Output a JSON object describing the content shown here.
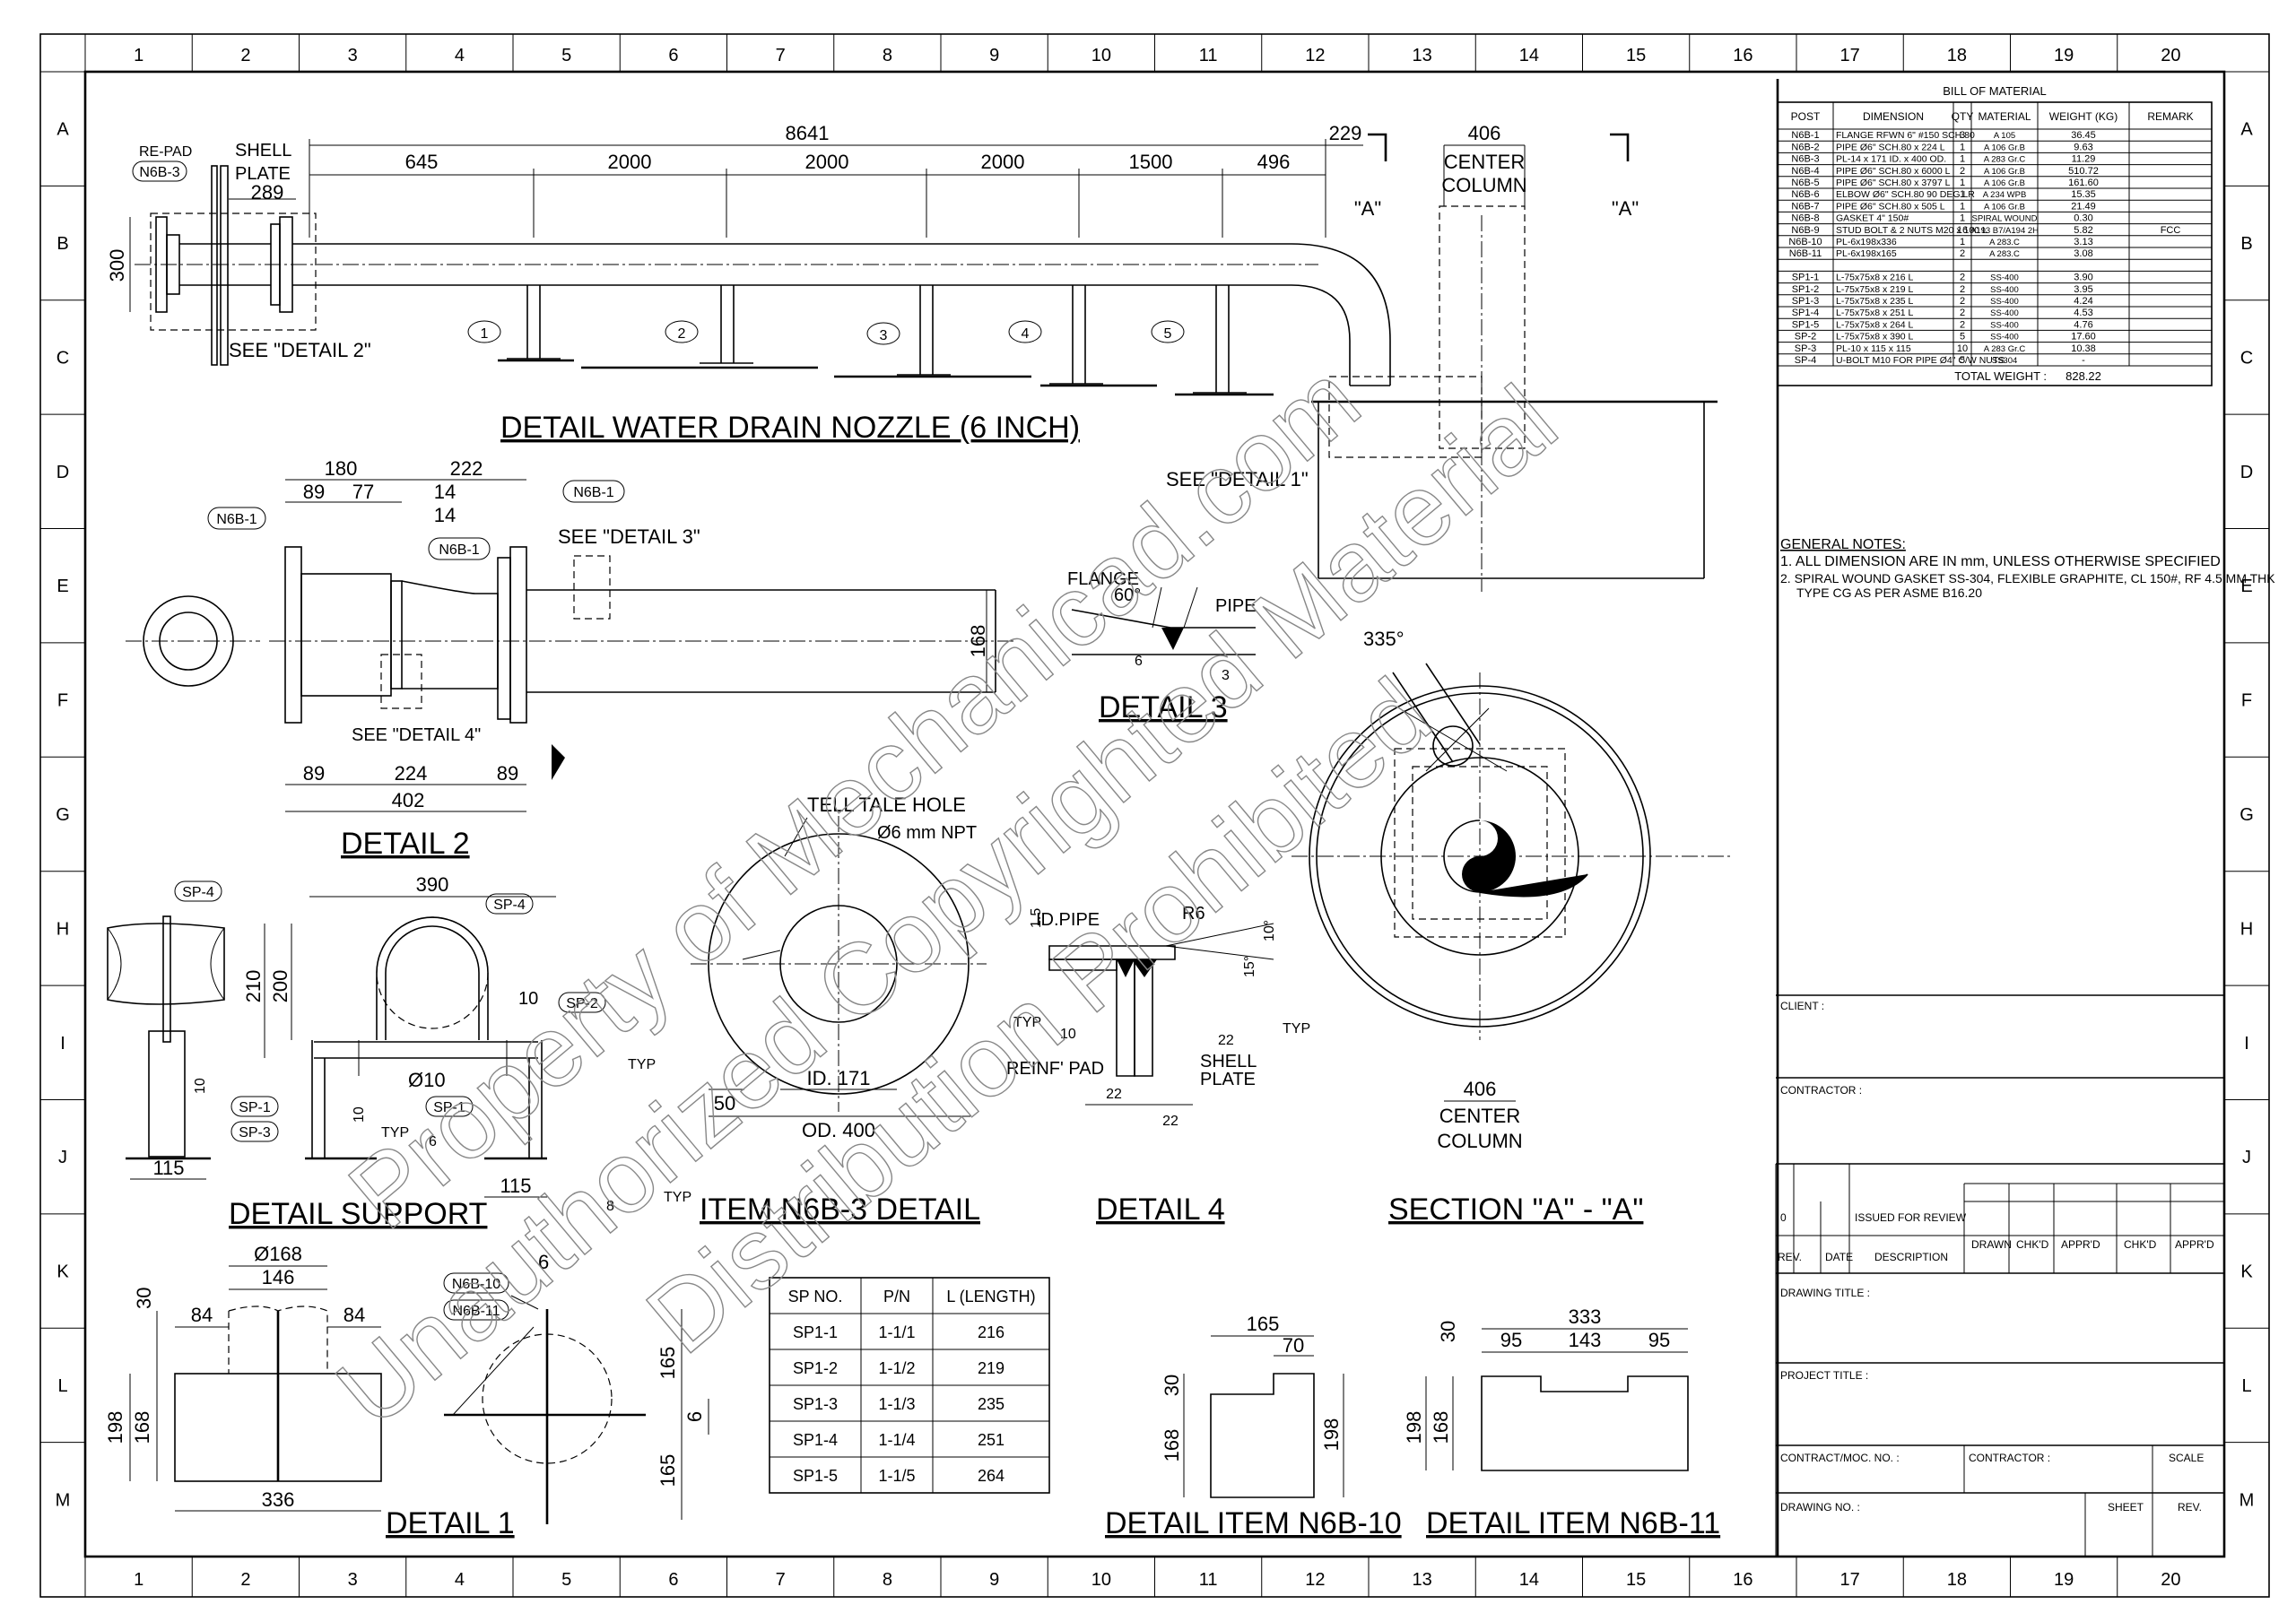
{
  "grid": {
    "cols": [
      "1",
      "2",
      "3",
      "4",
      "5",
      "6",
      "7",
      "8",
      "9",
      "10",
      "11",
      "12",
      "13",
      "14",
      "15",
      "16",
      "17",
      "18",
      "19",
      "20"
    ],
    "rows": [
      "A",
      "B",
      "C",
      "D",
      "E",
      "F",
      "G",
      "H",
      "I",
      "J",
      "K",
      "L",
      "M"
    ]
  },
  "titles": {
    "water_drain": "DETAIL WATER DRAIN NOZZLE (6 INCH)",
    "detail2": "DETAIL 2",
    "detail3": "DETAIL 3",
    "detail4": "DETAIL 4",
    "detail1": "DETAIL 1",
    "support": "DETAIL SUPPORT",
    "n6b3": "ITEM N6B-3 DETAIL",
    "section": "SECTION \"A\" - \"A\"",
    "n6b10": "DETAIL ITEM N6B-10",
    "n6b11": "DETAIL ITEM N6B-11"
  },
  "nozzle": {
    "repad": "RE-PAD",
    "shell": "SHELL",
    "plate": "PLATE",
    "tag": "N6B-3",
    "d289": "289",
    "d300": "300",
    "total": "8641",
    "spans": [
      "645",
      "2000",
      "2000",
      "2000",
      "1500",
      "496"
    ],
    "d229": "229",
    "d406": "406",
    "center": "CENTER",
    "column": "COLUMN",
    "secA": "\"A\"",
    "see2": "SEE \"DETAIL 2\"",
    "see1": "SEE \"DETAIL 1\"",
    "balloons": [
      "1",
      "2",
      "3",
      "4",
      "5"
    ]
  },
  "detail2": {
    "d180": "180",
    "d222": "222",
    "d89a": "89",
    "d77": "77",
    "d14a": "14",
    "d14b": "14",
    "n6b1a": "N6B-1",
    "n6b1b": "N6B-1",
    "n6b1c": "N6B-1",
    "see3": "SEE \"DETAIL 3\"",
    "see4": "SEE \"DETAIL 4\"",
    "d168": "168",
    "b89a": "89",
    "b224": "224",
    "b89b": "89",
    "b402": "402"
  },
  "detail3": {
    "flange": "FLANGE",
    "pipe": "PIPE",
    "ang": "60°",
    "d6": "6",
    "d3": "3"
  },
  "n6b3": {
    "tell": "TELL TALE HOLE",
    "npt": "Ø6 mm NPT",
    "d50": "50",
    "id": "ID. 171",
    "od": "OD. 400"
  },
  "detail4": {
    "idpipe": "ID.PIPE",
    "r6": "R6",
    "d15": "1.5",
    "a10": "10°",
    "a15": "15°",
    "typ1": "TYP",
    "typ2": "TYP",
    "w10": "10",
    "w22a": "22",
    "reinf": "REINF' PAD",
    "shell": "SHELL",
    "plate": "PLATE",
    "b22a": "22",
    "b22b": "22"
  },
  "section": {
    "ang": "335°",
    "d406": "406",
    "center": "CENTER",
    "column": "COLUMN"
  },
  "support": {
    "sp4a": "SP-4",
    "sp4b": "SP-4",
    "sp2": "SP-2",
    "sp1a": "SP-1",
    "sp1b": "SP-1",
    "sp3": "SP-3",
    "d390": "390",
    "d210": "210",
    "d200": "200",
    "d10a": "10",
    "d10b": "10",
    "d10c": "10",
    "phi10": "Ø10",
    "d115a": "115",
    "d115b": "115",
    "typ1": "TYP",
    "typ2": "TYP",
    "typ3": "TYP",
    "w6": "6",
    "w8": "8"
  },
  "detail1": {
    "phi168": "Ø168",
    "d146": "146",
    "d84a": "84",
    "d84b": "84",
    "d30": "30",
    "d198": "198",
    "d168": "168",
    "d336": "336",
    "n6b10": "N6B-10",
    "n6b11": "N6B-11",
    "w6": "6",
    "d165a": "165",
    "d165b": "165",
    "d6": "6"
  },
  "sp_table": {
    "headers": [
      "SP NO.",
      "P/N",
      "L (LENGTH)"
    ],
    "rows": [
      [
        "SP1-1",
        "1-1/1",
        "216"
      ],
      [
        "SP1-2",
        "1-1/2",
        "219"
      ],
      [
        "SP1-3",
        "1-1/3",
        "235"
      ],
      [
        "SP1-4",
        "1-1/4",
        "251"
      ],
      [
        "SP1-5",
        "1-1/5",
        "264"
      ]
    ]
  },
  "n6b10": {
    "d165": "165",
    "d70": "70",
    "d30": "30",
    "d168": "168",
    "d198": "198"
  },
  "n6b11": {
    "d333": "333",
    "d95a": "95",
    "d143": "143",
    "d95b": "95",
    "d30": "30",
    "d168": "168",
    "d198": "198"
  },
  "bom": {
    "title": "BILL OF MATERIAL",
    "headers": [
      "POST",
      "DIMENSION",
      "QTY",
      "MATERIAL",
      "WEIGHT (KG)",
      "REMARK"
    ],
    "rows": [
      [
        "N6B-1",
        "FLANGE RFWN 6\" #150 SCH.80",
        "3",
        "A 105",
        "36.45",
        ""
      ],
      [
        "N6B-2",
        "PIPE Ø6\" SCH.80 x 224 L",
        "1",
        "A 106 Gr.B",
        "9.63",
        ""
      ],
      [
        "N6B-3",
        "PL-14 x 171 ID. x 400 OD.",
        "1",
        "A 283 Gr.C",
        "11.29",
        ""
      ],
      [
        "N6B-4",
        "PIPE Ø6\" SCH.80 x 6000 L",
        "2",
        "A 106 Gr.B",
        "510.72",
        ""
      ],
      [
        "N6B-5",
        "PIPE Ø6\" SCH.80 x 3797 L",
        "1",
        "A 106 Gr.B",
        "161.60",
        ""
      ],
      [
        "N6B-6",
        "ELBOW Ø6\" SCH.80 90 DEG LR",
        "1",
        "A 234 WPB",
        "15.35",
        ""
      ],
      [
        "N6B-7",
        "PIPE Ø6\" SCH.80 x 505 L",
        "1",
        "A 106 Gr.B",
        "21.49",
        ""
      ],
      [
        "N6B-8",
        "GASKET 4\" 150#",
        "1",
        "SPIRAL WOUND",
        "0.30",
        ""
      ],
      [
        "N6B-9",
        "STUD BOLT & 2 NUTS M20 x 100 L",
        "16",
        "A193 B7/A194 2H",
        "5.82",
        "FCC"
      ],
      [
        "N6B-10",
        "PL-6x198x336",
        "1",
        "A 283.C",
        "3.13",
        ""
      ],
      [
        "N6B-11",
        "PL-6x198x165",
        "2",
        "A 283.C",
        "3.08",
        ""
      ],
      [
        "",
        "",
        "",
        "",
        "",
        ""
      ],
      [
        "SP1-1",
        "L-75x75x8 x 216 L",
        "2",
        "SS-400",
        "3.90",
        ""
      ],
      [
        "SP1-2",
        "L-75x75x8 x 219 L",
        "2",
        "SS-400",
        "3.95",
        ""
      ],
      [
        "SP1-3",
        "L-75x75x8 x 235 L",
        "2",
        "SS-400",
        "4.24",
        ""
      ],
      [
        "SP1-4",
        "L-75x75x8 x 251 L",
        "2",
        "SS-400",
        "4.53",
        ""
      ],
      [
        "SP1-5",
        "L-75x75x8 x 264 L",
        "2",
        "SS-400",
        "4.76",
        ""
      ],
      [
        "SP-2",
        "L-75x75x8 x 390 L",
        "5",
        "SS-400",
        "17.60",
        ""
      ],
      [
        "SP-3",
        "PL-10 x 115 x 115",
        "10",
        "A 283 Gr.C",
        "10.38",
        ""
      ],
      [
        "SP-4",
        "U-BOLT M10 FOR PIPE Ø4\" C/W NUTS",
        "5",
        "SS304",
        "-",
        ""
      ]
    ],
    "total_label": "TOTAL WEIGHT :",
    "total": "828.22"
  },
  "notes": {
    "title": "GENERAL NOTES:",
    "n1": "1. ALL DIMENSION ARE IN mm, UNLESS OTHERWISE SPECIFIED",
    "n2a": "2. SPIRAL WOUND GASKET SS-304, FLEXIBLE GRAPHITE, CL 150#, RF 4.5 MM THK",
    "n2b": "TYPE CG AS PER ASME B16.20"
  },
  "titleblock": {
    "client": "CLIENT :",
    "contractor": "CONTRACTOR :",
    "rev0": "0",
    "issued": "ISSUED FOR REVIEW",
    "rev": "REV.",
    "date": "DATE",
    "desc": "DESCRIPTION",
    "drawn": "DRAWN",
    "chkd1": "CHK'D",
    "apprd1": "APPR'D",
    "chkd2": "CHK'D",
    "apprd2": "APPR'D",
    "drawing_title": "DRAWING TITLE :",
    "project_title": "PROJECT TITLE :",
    "contract_no": "CONTRACT/MOC. NO. :",
    "contractor2": "CONTRACTOR :",
    "scale": "SCALE",
    "drawing_no": "DRAWING NO. :",
    "sheet": "SHEET",
    "rev2": "REV."
  },
  "watermark": {
    "line1": "Property of Mechanicad.com",
    "line2": "Unauthorized Copyrighted Material",
    "line3": "Distribution Prohibited"
  }
}
